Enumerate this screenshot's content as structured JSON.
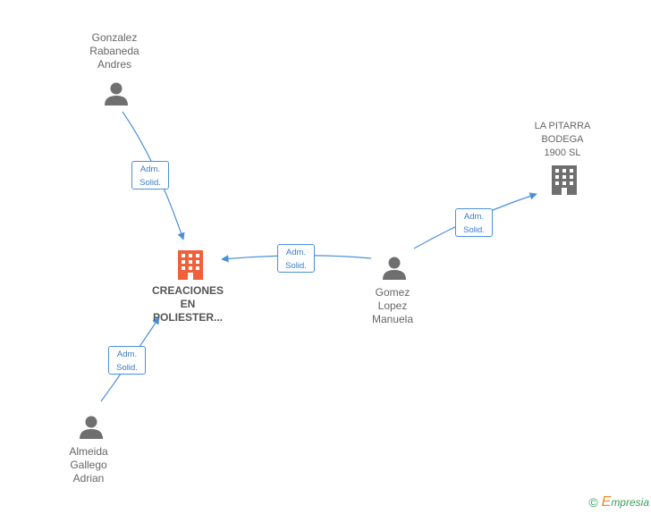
{
  "nodes": {
    "gonzalez": {
      "lines": [
        "Gonzalez",
        "Rabaneda",
        "Andres"
      ],
      "icon": "person-icon"
    },
    "almeida": {
      "lines": [
        "Almeida",
        "Gallego",
        "Adrian"
      ],
      "icon": "person-icon"
    },
    "gomez": {
      "lines": [
        "Gomez",
        "Lopez",
        "Manuela"
      ],
      "icon": "person-icon"
    },
    "pitarra": {
      "lines": [
        "LA PITARRA",
        "BODEGA",
        "1900 SL"
      ],
      "icon": "building-icon"
    },
    "creaciones": {
      "lines": [
        "CREACIONES",
        "EN",
        "POLIESTER..."
      ],
      "icon": "building-icon"
    }
  },
  "relations": [
    {
      "id": "gonzalez-creaciones",
      "lines": [
        "Adm.",
        "Solid."
      ]
    },
    {
      "id": "gomez-creaciones",
      "lines": [
        "Adm.",
        "Solid."
      ]
    },
    {
      "id": "gomez-pitarra",
      "lines": [
        "Adm.",
        "Solid."
      ]
    },
    {
      "id": "almeida-creaciones",
      "lines": [
        "Adm.",
        "Solid."
      ]
    }
  ],
  "colors": {
    "edge": "#4a90d9",
    "person_icon": "#6f6f6f",
    "company_icon": "#6f6f6f",
    "main_company_icon": "#f0603a",
    "brand": "#3a9d5d"
  },
  "footer": {
    "copyright_symbol": "©",
    "brand_first": "E",
    "brand_rest": "mpresia"
  }
}
